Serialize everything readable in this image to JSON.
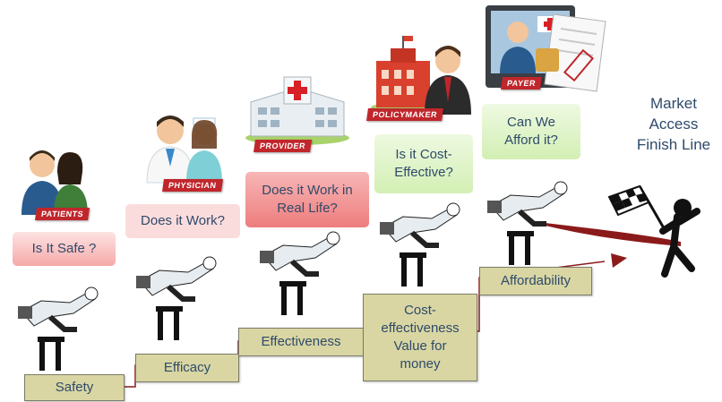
{
  "badges": {
    "patients": "PATIENTS",
    "physician": "PHYSICIAN",
    "provider": "PROVIDER",
    "policymaker": "POLICYMAKER",
    "payer": "PAYER"
  },
  "questions": {
    "safe": "Is It Safe ?",
    "work": "Does it Work?",
    "real_life": "Does it Work in Real Life?",
    "cost_effective": "Is it Cost-Effective?",
    "afford": "Can We Afford it?"
  },
  "steps": {
    "safety": "Safety",
    "efficacy": "Efficacy",
    "effectiveness": "Effectiveness",
    "cost_effectiveness": "Cost-effectiveness Value for money",
    "affordability": "Affordability"
  },
  "goal": {
    "line1": "Market",
    "line2": "Access",
    "line3": "Finish Line"
  },
  "colors": {
    "text": "#2e4a6b",
    "step_fill": "#d9d6a3",
    "badge": "#c0262b",
    "arrow": "#8b1a1a"
  }
}
